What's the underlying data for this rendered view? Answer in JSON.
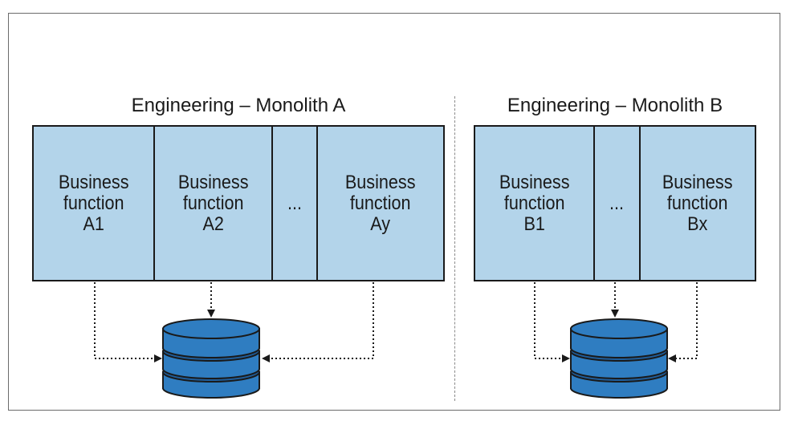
{
  "groups": [
    {
      "title": "Engineering – Monolith A",
      "functions": [
        "Business\nfunction\nA1",
        "Business\nfunction\nA2",
        "...",
        "Business\nfunction\nAy"
      ]
    },
    {
      "title": "Engineering – Monolith B",
      "functions": [
        "Business\nfunction\nB1",
        "...",
        "Business\nfunction\nBx"
      ]
    }
  ],
  "colors": {
    "module_fill": "#b3d4ea",
    "database_fill": "#2f7dc1",
    "database_shade": "#1f5e9c",
    "outline": "#1a1a1a"
  },
  "icons": [
    "database-icon"
  ]
}
